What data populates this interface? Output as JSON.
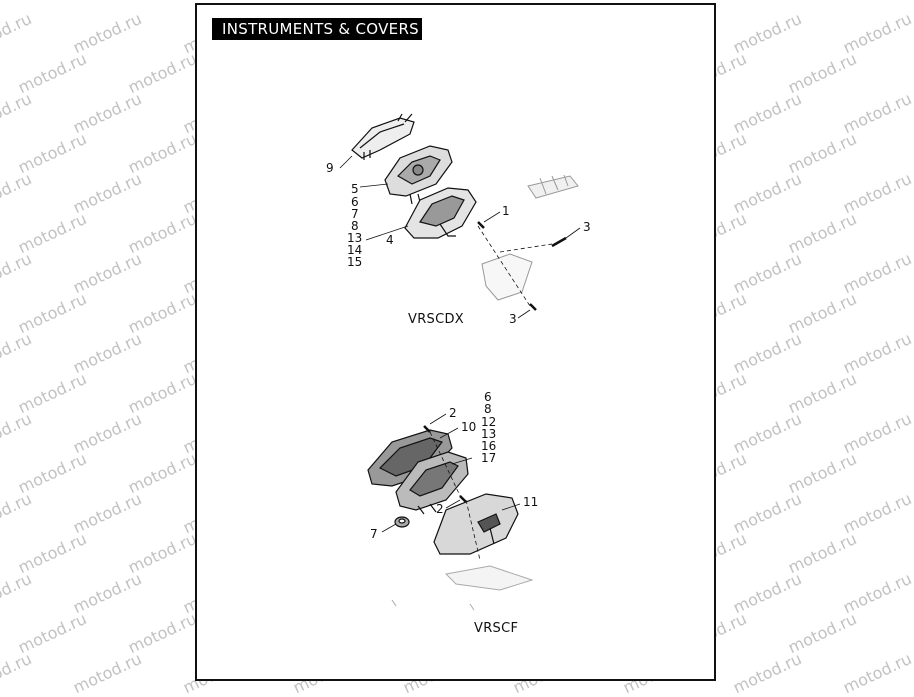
{
  "header": {
    "title": "INSTRUMENTS & COVERS"
  },
  "watermark": {
    "text": "motod.ru"
  },
  "models": {
    "top": "VRSCDX",
    "bottom": "VRSCF"
  },
  "callouts_top": {
    "c9": "9",
    "c5": "5",
    "c6": "6",
    "c7": "7",
    "c8": "8",
    "c13": "13",
    "c14": "14",
    "c15": "15",
    "c4": "4",
    "c1": "1",
    "c3a": "3",
    "c3b": "3"
  },
  "callouts_bottom": {
    "c6": "6",
    "c8": "8",
    "c12": "12",
    "c13": "13",
    "c16": "16",
    "c17": "17",
    "c2a": "2",
    "c10": "10",
    "c2b": "2",
    "c11": "11",
    "c7": "7"
  },
  "colors": {
    "frame": "#111111",
    "title_bg": "#000000",
    "title_text": "#ffffff",
    "watermark": "#c2c2c2"
  }
}
